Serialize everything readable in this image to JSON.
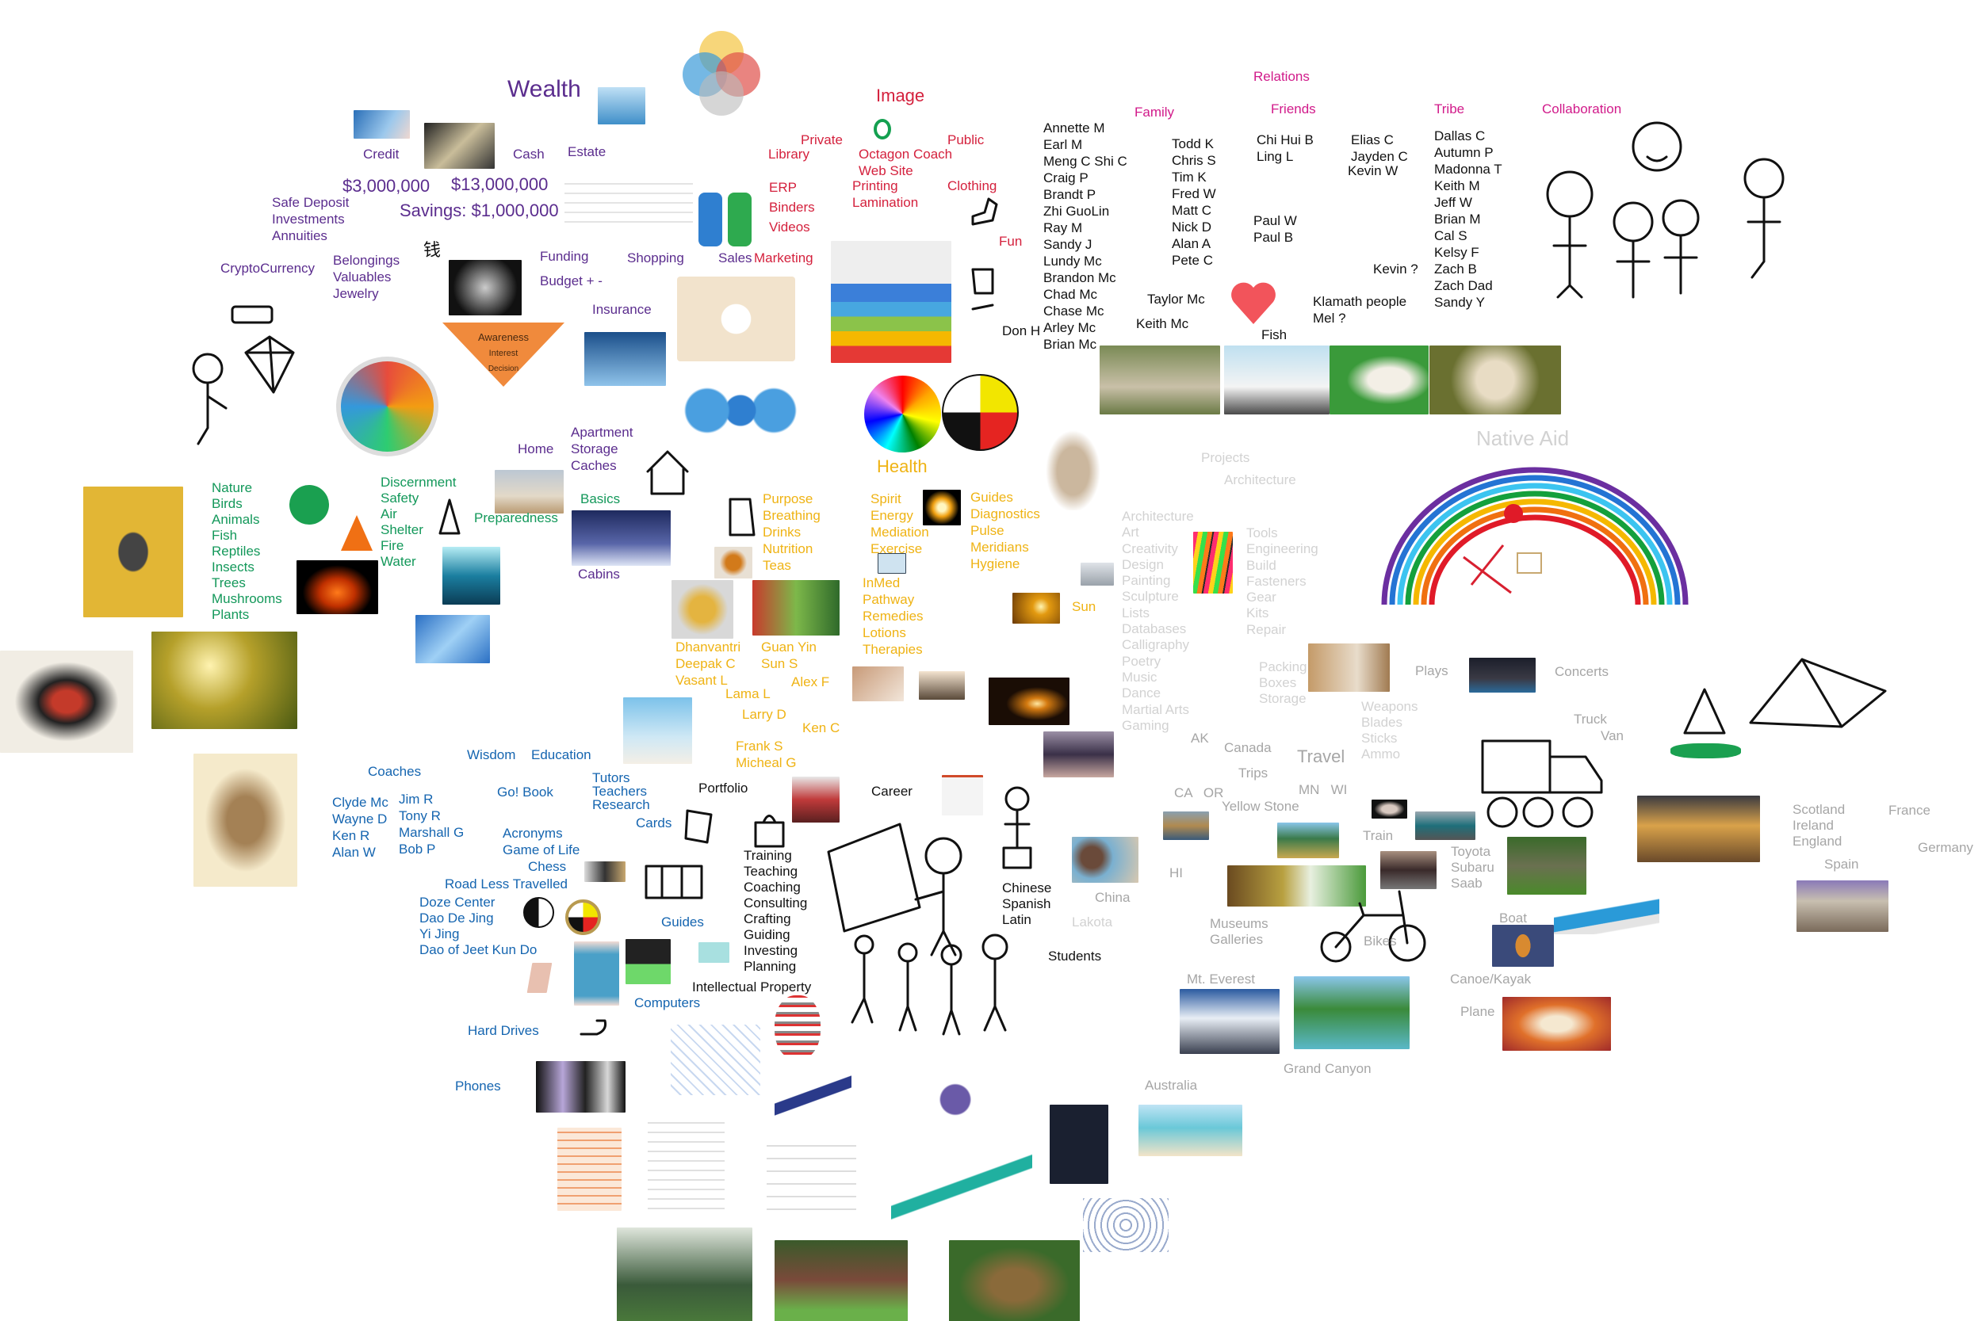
{
  "colors": {
    "wealth": "#5b2d8e",
    "image": "#d4213d",
    "relations": "#d11a8a",
    "health": "#efb314",
    "nature": "#13985a",
    "wisdom": "#1565b0",
    "projects": "#d2d2d2",
    "travel": "#a6a6a6"
  },
  "wealth": {
    "title": [
      "Wealth"
    ],
    "credit": [
      "Credit"
    ],
    "cash": [
      "Cash"
    ],
    "estate": [
      "Estate"
    ],
    "amount_credit": [
      "$3,000,000"
    ],
    "amount_cash": [
      "$13,000,000"
    ],
    "safe": [
      "Safe Deposit",
      "Investments",
      "Annuities"
    ],
    "savings": [
      "Savings: $1,000,000"
    ],
    "crypto": [
      "CryptoCurrency"
    ],
    "belongings": [
      "Belongings",
      "Valuables",
      "Jewelry"
    ],
    "qian": [
      "钱"
    ],
    "funding": [
      "Funding",
      "Budget + -"
    ],
    "shopping": [
      "Shopping"
    ],
    "sales": [
      "Sales"
    ],
    "insurance": [
      "Insurance"
    ],
    "home": [
      "Home"
    ],
    "apartment": [
      "Apartment",
      "Storage",
      "Caches"
    ],
    "cabins": [
      "Cabins"
    ],
    "funnel_stages": [
      "Awareness",
      "Interest",
      "Decision"
    ]
  },
  "image": {
    "title": [
      "Image"
    ],
    "private": [
      "Private"
    ],
    "library": [
      "Library"
    ],
    "public": [
      "Public"
    ],
    "octagon": [
      "Octagon Coach",
      "Web Site"
    ],
    "erp": [
      "ERP",
      "Binders",
      "Videos"
    ],
    "printing": [
      "Printing",
      "Lamination"
    ],
    "clothing": [
      "Clothing"
    ],
    "fun": [
      "Fun"
    ],
    "marketing": [
      "Marketing"
    ]
  },
  "relations": {
    "title": [
      "Relations"
    ],
    "family": [
      "Family"
    ],
    "friends": [
      "Friends"
    ],
    "tribe": [
      "Tribe"
    ],
    "collaboration": [
      "Collaboration"
    ],
    "family_col1": [
      "Annette M",
      "Earl M",
      "Meng C  Shi C",
      "Craig P",
      "Brandt P",
      "Zhi GuoLin",
      "Ray M",
      "Sandy J",
      "Lundy Mc",
      "Brandon Mc",
      "Chad Mc",
      "Chase Mc",
      "Arley Mc",
      "Brian Mc"
    ],
    "family_col2": [
      "Todd K",
      "Chris S",
      "Tim K",
      "Fred W",
      "Matt C",
      "Nick D",
      "Alan A",
      "Pete C"
    ],
    "taylor": [
      "Taylor Mc"
    ],
    "keith": [
      "Keith Mc"
    ],
    "friends_a": [
      "Chi Hui B",
      "Ling L"
    ],
    "friends_b": [
      "Paul W",
      "Paul B"
    ],
    "friends_c": [
      "Elias C",
      "Jayden C"
    ],
    "friends_d": [
      "Kevin W"
    ],
    "tribe_list": [
      "Dallas C",
      "Autumn P",
      "Madonna T",
      "Keith M",
      "Jeff W",
      "Brian M",
      "Cal S",
      "Kelsy F",
      "Zach B",
      "Zach Dad",
      "Sandy Y"
    ],
    "kevin_q": [
      "Kevin ?"
    ],
    "klamath": [
      "Klamath people",
      "Mel ?"
    ],
    "fish": [
      "Fish"
    ],
    "don": [
      "Don H"
    ]
  },
  "health": {
    "title": [
      "Health"
    ],
    "purpose": [
      "Purpose",
      "Breathing",
      "Drinks",
      "Nutrition",
      "Teas"
    ],
    "spirit": [
      "Spirit",
      "Energy",
      "Mediation",
      "Exercise"
    ],
    "guides": [
      "Guides",
      "Diagnostics",
      "Pulse",
      "Meridians",
      "Hygiene"
    ],
    "inmed": [
      "InMed",
      "Pathway",
      "Remedies",
      "Lotions",
      "Therapies"
    ],
    "sun": [
      "Sun"
    ],
    "dhanvantri": [
      "Dhanvantri",
      "Deepak C",
      "Vasant L"
    ],
    "guanyin": [
      "Guan Yin",
      "Sun S"
    ],
    "alex": [
      "Alex F"
    ],
    "lama": [
      "Lama L"
    ],
    "larry": [
      "Larry D"
    ],
    "ken": [
      "Ken C"
    ],
    "frank": [
      "Frank S",
      "Micheal G"
    ]
  },
  "nature": {
    "list": [
      "Nature",
      "Birds",
      "Animals",
      "Fish",
      "Reptiles",
      "Insects",
      "Trees",
      "Mushrooms",
      "Plants"
    ],
    "discernment": [
      "Discernment",
      "Safety",
      "Air",
      "Shelter",
      "Fire",
      "Water"
    ],
    "basics": [
      "Basics"
    ],
    "preparedness": [
      "Preparedness"
    ]
  },
  "wisdom": {
    "wisdom": [
      "Wisdom"
    ],
    "education": [
      "Education"
    ],
    "coaches": [
      "Coaches"
    ],
    "coaches_a": [
      "Clyde Mc",
      "Wayne D",
      "Ken R",
      "Alan W"
    ],
    "coaches_b": [
      "Jim R",
      "Tony R",
      "Marshall G",
      "Bob P"
    ],
    "gobook": [
      "Go! Book"
    ],
    "tutors": [
      "Tutors",
      "Teachers",
      "Research"
    ],
    "cards": [
      "Cards"
    ],
    "acronyms": [
      "Acronyms",
      "Game of Life"
    ],
    "chess": [
      "Chess"
    ],
    "road": [
      "Road Less Travelled"
    ],
    "dao": [
      "Doze Center",
      "Dao De Jing",
      "Yi Jing",
      "Dao of Jeet Kun Do"
    ],
    "guides": [
      "Guides"
    ],
    "computers": [
      "Computers"
    ],
    "harddrives": [
      "Hard Drives"
    ],
    "phones": [
      "Phones"
    ]
  },
  "career": {
    "portfolio": [
      "Portfolio"
    ],
    "career": [
      "Career"
    ],
    "skills": [
      "Training",
      "Teaching",
      "Coaching",
      "Consulting",
      "Crafting",
      "Guiding",
      "Investing",
      "Planning"
    ],
    "ip": [
      "Intellectual Property"
    ],
    "languages": [
      "Chinese",
      "Spanish",
      "Latin"
    ],
    "students": [
      "Students"
    ],
    "china": [
      "China"
    ],
    "lakota": [
      "Lakota"
    ]
  },
  "projects": {
    "projects": [
      "Projects"
    ],
    "architecture": [
      "Architecture"
    ],
    "native_aid": [
      "Native Aid"
    ],
    "arts": [
      "Architecture",
      "Art",
      "Creativity",
      "Design",
      "Painting",
      "Sculpture",
      "Lists",
      "Databases",
      "Calligraphy",
      "Poetry",
      "Music",
      "Dance",
      "Martial Arts",
      "Gaming"
    ],
    "tools": [
      "Tools",
      "Engineering",
      "Build",
      "Fasteners",
      "Gear",
      "Kits",
      "Repair"
    ],
    "packing": [
      "Packing",
      "Boxes",
      "Storage"
    ],
    "plays": [
      "Plays"
    ],
    "concerts": [
      "Concerts"
    ],
    "weapons": [
      "Weapons",
      "Blades",
      "Sticks",
      "Ammo"
    ],
    "truck": [
      "Truck"
    ],
    "van": [
      "Van"
    ]
  },
  "travel": {
    "ak": [
      "AK"
    ],
    "canada": [
      "Canada"
    ],
    "travel": [
      "Travel"
    ],
    "trips": [
      "Trips"
    ],
    "ca_or": [
      "CA   OR"
    ],
    "mn_wi": [
      "MN   WI"
    ],
    "yellowstone": [
      "Yellow Stone"
    ],
    "hi": [
      "HI"
    ],
    "train": [
      "Train"
    ],
    "cars": [
      "Toyota",
      "Subaru",
      "Saab"
    ],
    "museums": [
      "Museums",
      "Galleries"
    ],
    "bikes": [
      "Bikes"
    ],
    "boat": [
      "Boat"
    ],
    "canoe": [
      "Canoe/Kayak"
    ],
    "everest": [
      "Mt. Everest"
    ],
    "plane": [
      "Plane"
    ],
    "grandcanyon": [
      "Grand Canyon"
    ],
    "australia": [
      "Australia"
    ],
    "uk": [
      "Scotland",
      "Ireland",
      "England"
    ],
    "france": [
      "France"
    ],
    "germany": [
      "Germany"
    ],
    "spain": [
      "Spain"
    ]
  }
}
